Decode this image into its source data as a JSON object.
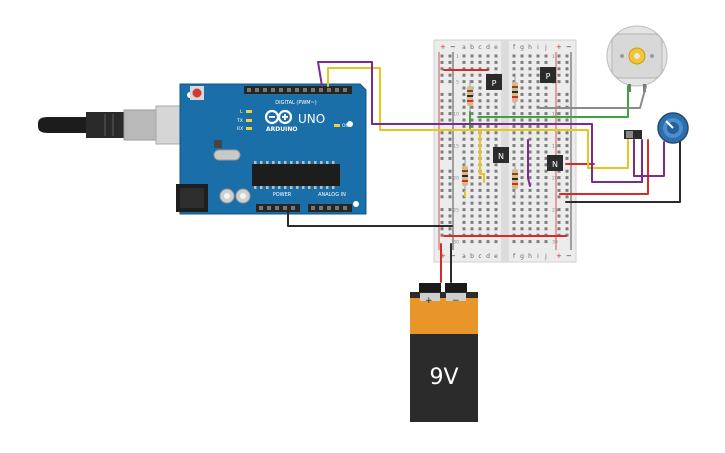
{
  "arduino": {
    "brand": "ARDUINO",
    "model": "UNO",
    "digital_label": "DIGITAL (PWM~)",
    "power_label": "POWER",
    "analog_label": "ANALOG IN",
    "led_l": "L",
    "led_tx": "TX",
    "led_rx": "RX",
    "led_on": "ON",
    "board_color": "#1a6fa8"
  },
  "breadboard": {
    "col_letters_left": [
      "a",
      "b",
      "c",
      "d",
      "e"
    ],
    "col_letters_right": [
      "f",
      "g",
      "h",
      "i",
      "j"
    ],
    "rail_plus": "+",
    "rail_minus": "−",
    "row_numbers": [
      "1",
      "5",
      "10",
      "15",
      "20",
      "25",
      "30"
    ]
  },
  "transistors": [
    {
      "type_label": "P"
    },
    {
      "type_label": "P"
    },
    {
      "type_label": "N"
    },
    {
      "type_label": "N"
    }
  ],
  "battery": {
    "voltage_label": "9V",
    "plus_label": "+",
    "minus_label": "−"
  },
  "motor": {
    "name": "dc-motor"
  },
  "potentiometer": {
    "name": "potentiometer"
  },
  "switch": {
    "name": "slide-switch"
  },
  "colors": {
    "wire_red": "#d62b2b",
    "wire_black": "#2b2b2b",
    "wire_green": "#3aa63a",
    "wire_yellow": "#e8c51a",
    "wire_purple": "#7a2b8f",
    "wire_gray": "#8a8a8a"
  }
}
